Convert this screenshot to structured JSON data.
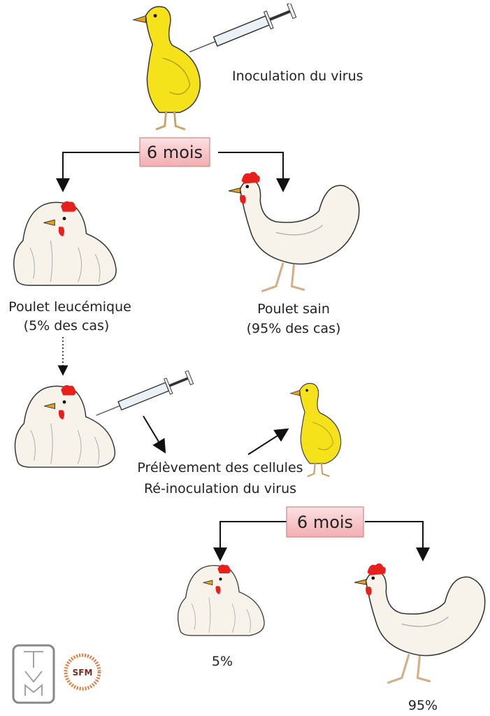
{
  "steps": {
    "inoculation": "Inoculation du virus",
    "delay_1": "6 mois",
    "outcome_leukemic": "Poulet leucémique",
    "outcome_leukemic_pct": "(5% des cas)",
    "outcome_healthy": "Poulet sain",
    "outcome_healthy_pct": "(95% des cas)",
    "sampling": "Prélèvement des cellules",
    "reinoculation": "Ré-inoculation du virus",
    "delay_2": "6 mois",
    "result_leukemic_pct": "5%",
    "result_healthy_pct": "95%"
  },
  "logos": {
    "tvm": "TVM",
    "sfm": "SFM"
  },
  "colors": {
    "chick": "#f5e21a",
    "comb": "#e8201c",
    "box": "#f6c6c8",
    "hen": "#f7f3ea"
  }
}
